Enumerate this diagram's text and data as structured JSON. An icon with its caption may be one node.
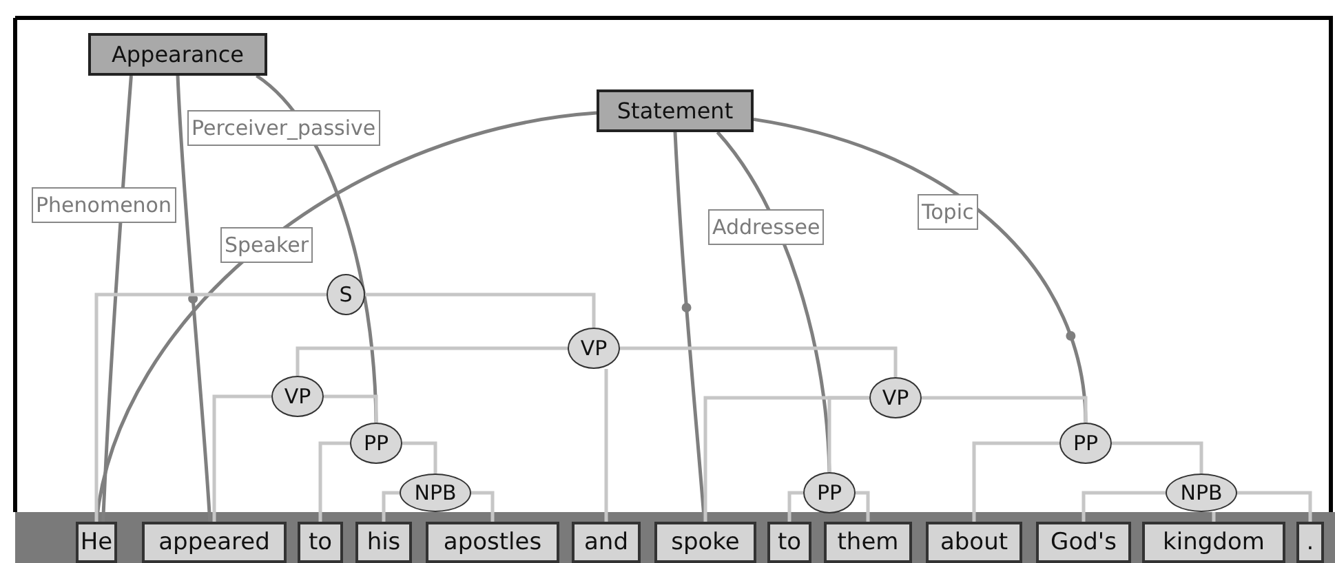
{
  "diagram": {
    "nodes": [
      {
        "text": [
          "Appearance"
        ]
      },
      {
        "text": [
          "Statement"
        ]
      },
      {
        "text": [
          "S"
        ]
      },
      {
        "text": [
          "VP"
        ]
      },
      {
        "text": [
          "VP"
        ]
      },
      {
        "text": [
          "VP"
        ]
      },
      {
        "text": [
          "PP"
        ]
      },
      {
        "text": [
          "PP"
        ]
      },
      {
        "text": [
          "NPB"
        ]
      },
      {
        "text": [
          "PP"
        ]
      },
      {
        "text": [
          "NPB"
        ]
      },
      {
        "text": [
          "He"
        ]
      },
      {
        "text": [
          "appeared"
        ]
      },
      {
        "text": [
          "to"
        ]
      },
      {
        "text": [
          "his"
        ]
      },
      {
        "text": [
          "apostles"
        ]
      },
      {
        "text": [
          "and"
        ]
      },
      {
        "text": [
          "spoke"
        ]
      },
      {
        "text": [
          "to"
        ]
      },
      {
        "text": [
          "them"
        ]
      },
      {
        "text": [
          "about"
        ]
      },
      {
        "text": [
          "God's"
        ]
      },
      {
        "text": [
          "kingdom"
        ]
      },
      {
        "text": [
          "."
        ]
      }
    ],
    "edges": [
      {
        "from": 0,
        "to": 11,
        "arrow": "none",
        "label": "Phenomenon",
        "color": "#7f7f7f"
      },
      {
        "from": 0,
        "to": 12,
        "arrow": "none",
        "color": "#7f7f7f"
      },
      {
        "from": 0,
        "to": 6,
        "arrow": "none",
        "label": "Perceiver_passive",
        "color": "#7f7f7f"
      },
      {
        "from": 1,
        "to": 11,
        "arrow": "none",
        "label": "Speaker",
        "color": "#7f7f7f"
      },
      {
        "from": 1,
        "to": 17,
        "arrow": "none",
        "color": "#7f7f7f"
      },
      {
        "from": 1,
        "to": 9,
        "arrow": "none",
        "label": "Addressee",
        "color": "#7f7f7f"
      },
      {
        "from": 1,
        "to": 7,
        "arrow": "none",
        "label": "Topic",
        "color": "#7f7f7f"
      },
      {
        "from": 2,
        "to": 11,
        "arrow": "none"
      },
      {
        "from": 2,
        "to": 3,
        "arrow": "none"
      },
      {
        "from": 3,
        "to": 4,
        "arrow": "none"
      },
      {
        "from": 3,
        "to": 16,
        "arrow": "none"
      },
      {
        "from": 3,
        "to": 5,
        "arrow": "none"
      },
      {
        "from": 4,
        "to": 12,
        "arrow": "none"
      },
      {
        "from": 4,
        "to": 6,
        "arrow": "none"
      },
      {
        "from": 6,
        "to": 13,
        "arrow": "none"
      },
      {
        "from": 6,
        "to": 8,
        "arrow": "none"
      },
      {
        "from": 8,
        "to": 14,
        "arrow": "none"
      },
      {
        "from": 8,
        "to": 15,
        "arrow": "none"
      },
      {
        "from": 5,
        "to": 17,
        "arrow": "none"
      },
      {
        "from": 5,
        "to": 9,
        "arrow": "none"
      },
      {
        "from": 5,
        "to": 7,
        "arrow": "none"
      },
      {
        "from": 9,
        "to": 18,
        "arrow": "none"
      },
      {
        "from": 9,
        "to": 19,
        "arrow": "none"
      },
      {
        "from": 7,
        "to": 20,
        "arrow": "none"
      },
      {
        "from": 7,
        "to": 10,
        "arrow": "none"
      },
      {
        "from": 10,
        "to": 21,
        "arrow": "none"
      },
      {
        "from": 10,
        "to": 22,
        "arrow": "none"
      },
      {
        "from": 10,
        "to": 23,
        "arrow": "none"
      }
    ]
  }
}
